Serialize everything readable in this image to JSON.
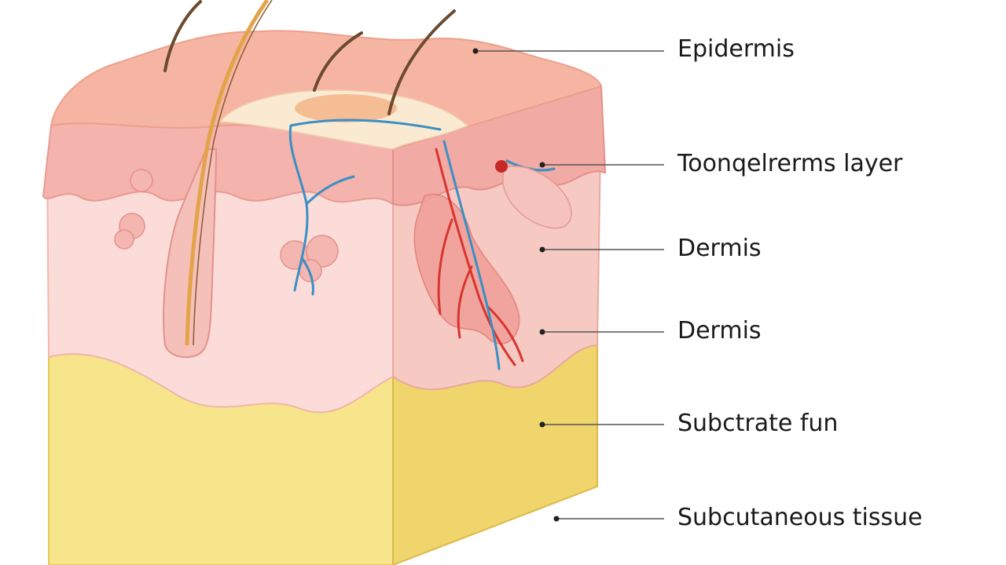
{
  "labels": [
    {
      "id": "epidermis",
      "text": "Epidermis"
    },
    {
      "id": "toolerms-layer",
      "text": "Too​nqelrerms layer"
    },
    {
      "id": "dermis-1",
      "text": "Dermis"
    },
    {
      "id": "dermis-2",
      "text": "Dermis"
    },
    {
      "id": "substrate-fun",
      "text": "Subctrate fun"
    },
    {
      "id": "subcutaneous-tissue",
      "text": "Subcutaneous tissue"
    }
  ],
  "colors": {
    "epidermis_top": "#f6b5a2",
    "epidermis_band": "#f3a9a2",
    "dermis": "#fbdcd8",
    "dermis_side": "#f6c2bd",
    "subcutaneous": "#f7e58c",
    "subcutaneous_side": "#efd56c",
    "vessel_blue": "#3a8fc4",
    "vessel_red": "#d8352f",
    "hair": "#6b4a30",
    "hair_shaft": "#e3a348",
    "leader_line": "#555555"
  }
}
